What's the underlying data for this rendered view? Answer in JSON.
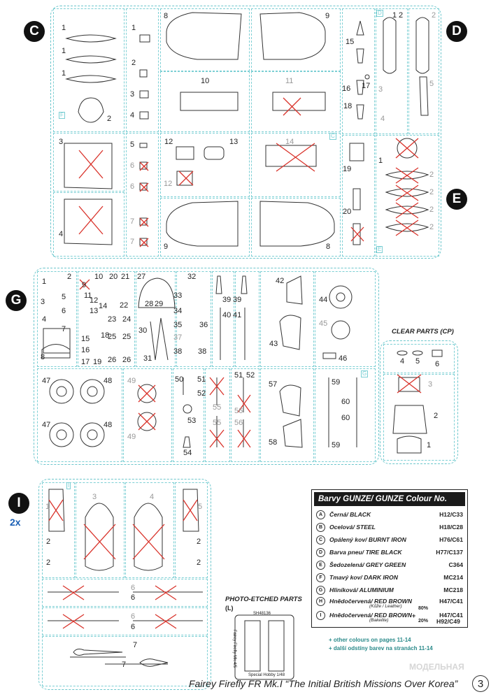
{
  "sprues": {
    "c": "C",
    "d": "D",
    "e": "E",
    "g": "G",
    "i": "I",
    "i_qty": "2x"
  },
  "sub_tags": {
    "f": "F",
    "d": "D",
    "c": "C",
    "e": "E",
    "g": "G",
    "i": "I"
  },
  "labels": {
    "c": [
      "1",
      "1",
      "1",
      "2",
      "1",
      "2",
      "3",
      "4",
      "8",
      "9",
      "10",
      "11",
      "12",
      "13",
      "14",
      "3",
      "4",
      "5",
      "6",
      "6",
      "7",
      "7",
      "12",
      "9",
      "8"
    ],
    "d": [
      "15",
      "16",
      "17",
      "18",
      "2",
      "3",
      "4",
      "5",
      "2",
      "1"
    ],
    "e": [
      "19",
      "20",
      "1",
      "2",
      "2",
      "2",
      "2"
    ],
    "g": [
      "2",
      "10",
      "20",
      "21",
      "27",
      "32",
      "3",
      "9",
      "11",
      "12",
      "13",
      "14",
      "22",
      "28",
      "29",
      "33",
      "34",
      "35",
      "36",
      "37",
      "38",
      "5",
      "6",
      "7",
      "15",
      "16",
      "17",
      "18",
      "19",
      "23",
      "24",
      "25",
      "25",
      "26",
      "26",
      "30",
      "31",
      "38",
      "39",
      "39",
      "40",
      "41",
      "42",
      "43",
      "44",
      "45",
      "46",
      "8",
      "47",
      "48",
      "47",
      "48",
      "49",
      "49",
      "50",
      "51",
      "51",
      "52",
      "52",
      "53",
      "54",
      "55",
      "55",
      "56",
      "56",
      "57",
      "58",
      "59",
      "59",
      "60",
      "60",
      "1",
      "4"
    ],
    "clear": [
      "4",
      "5",
      "6",
      "3",
      "2",
      "1"
    ],
    "i": [
      "1",
      "2",
      "2",
      "3",
      "4",
      "5",
      "2",
      "2",
      "6",
      "6",
      "6",
      "6",
      "7",
      "7"
    ]
  },
  "clear_parts_title": "CLEAR PARTS (CP)",
  "photo_etched": {
    "title": "PHOTO-ETCHED PARTS",
    "sub": "(L)",
    "code": "SH48136",
    "side": "Fairey Firefly Mk.4/5",
    "bottom": "Special Hobby 1/48"
  },
  "legend": {
    "title": "Barvy GUNZE/ GUNZE Colour No.",
    "rows": [
      {
        "key": "A",
        "name": "Černá/ BLACK",
        "code": "H12/C33"
      },
      {
        "key": "B",
        "name": "Ocelová/ STEEL",
        "code": "H18/C28"
      },
      {
        "key": "C",
        "name": "Opálený kov/ BURNT IRON",
        "code": "H76/C61"
      },
      {
        "key": "D",
        "name": "Barva pneu/ TIRE BLACK",
        "code": "H77/C137"
      },
      {
        "key": "E",
        "name": "Šedozelená/ GREY GREEN",
        "code": "C364"
      },
      {
        "key": "F",
        "name": "Tmavý kov/ DARK IRON",
        "code": "MC214"
      },
      {
        "key": "G",
        "name": "Hliníková/ ALUMINIUM",
        "code": "MC218"
      },
      {
        "key": "H",
        "name": "Hnědočervená/ RED BROWN",
        "note": "(Kůže / Leather)",
        "code": "H47/C41"
      },
      {
        "key": "I",
        "name": "Hnědočervená/ RED BROWN",
        "note": "(Bakelite)",
        "code": "H47/C41",
        "code2": "H92/C49",
        "pct1": "80%",
        "pct2": "20%",
        "plus": "+"
      }
    ],
    "footer1": "+ other colours on pages  11-14",
    "footer2": "+ další odstíny barev na stranách 11-14"
  },
  "caption": "Fairey Firefly FR Mk.I “The Initial British Missions Over Korea”",
  "page_number": "3",
  "watermark": "МОДЕЛЬНАЯ",
  "colors": {
    "sprue": "#6cc6cc",
    "cross": "#d9332b",
    "ink": "#222222"
  }
}
